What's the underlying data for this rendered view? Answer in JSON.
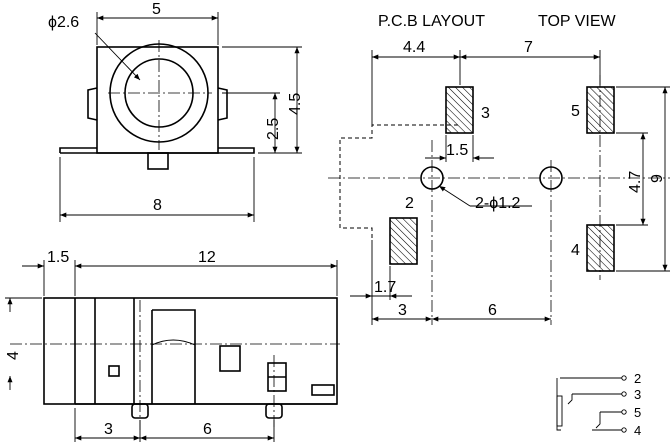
{
  "front_view": {
    "hole_dia": "ϕ2.6",
    "width_top": "5",
    "height_inner": "2.5",
    "height_total": "4.5",
    "width_bottom": "8"
  },
  "side_view": {
    "top_left": "1.5",
    "length": "12",
    "height": "4",
    "pin_left": "3",
    "pin_spacing": "6"
  },
  "pcb": {
    "title": "P.C.B LAYOUT",
    "view": "TOP VIEW",
    "top_left": "4.4",
    "top_right": "7",
    "pad_w": "1.5",
    "hole_note": "2-ϕ1.2",
    "vert_inner": "4.7",
    "vert_outer": "9",
    "bot_small": "1.7",
    "bot_left": "3",
    "bot_right": "6",
    "pad_labels": [
      "3",
      "2",
      "5",
      "4"
    ]
  },
  "schematic": {
    "pins": [
      "2",
      "3",
      "5",
      "4"
    ]
  }
}
